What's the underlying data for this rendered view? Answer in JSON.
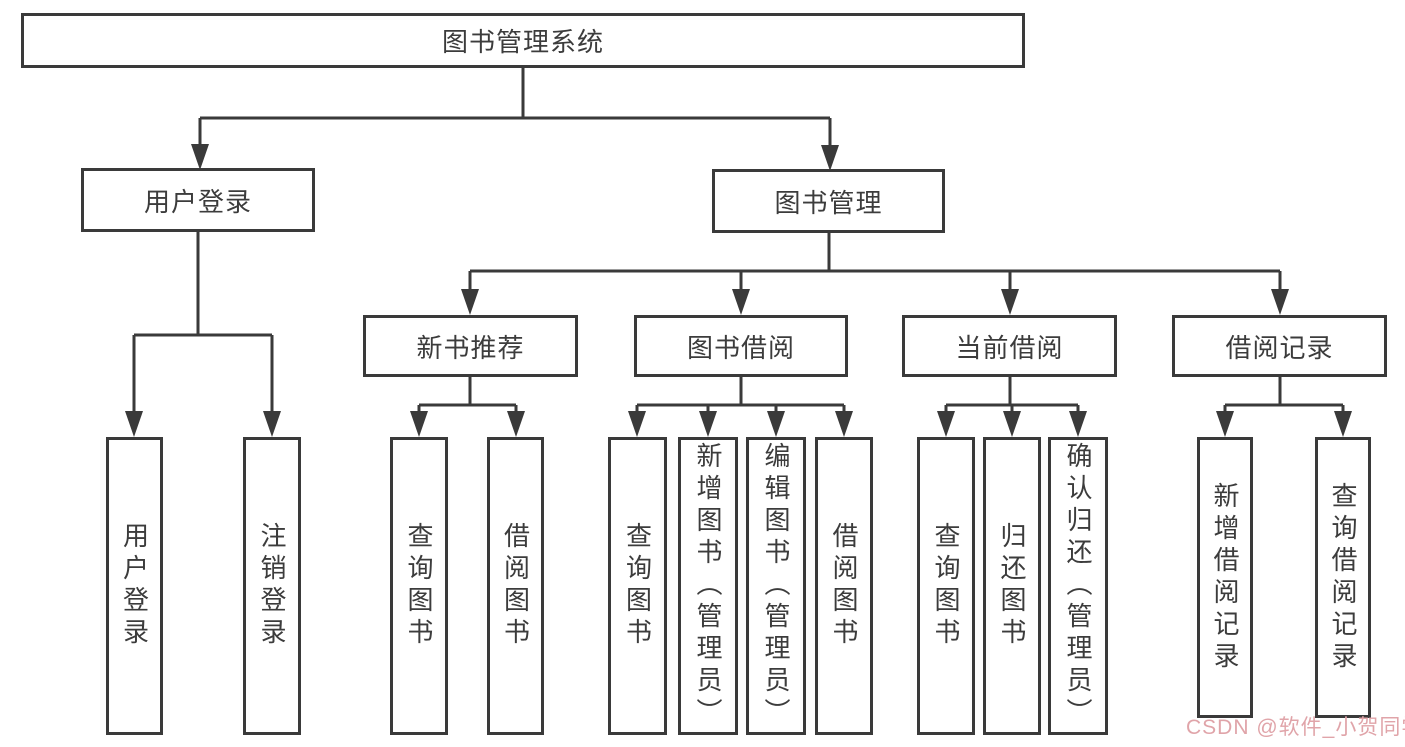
{
  "diagram_title": "图书管理系统",
  "tree": {
    "root": {
      "label": "图书管理系统"
    },
    "branches": [
      {
        "label": "用户登录",
        "children": [
          {
            "label": "用户登录"
          },
          {
            "label": "注销登录"
          }
        ]
      },
      {
        "label": "图书管理",
        "children": [
          {
            "label": "新书推荐",
            "children": [
              {
                "label": "查询图书"
              },
              {
                "label": "借阅图书"
              }
            ]
          },
          {
            "label": "图书借阅",
            "children": [
              {
                "label": "查询图书"
              },
              {
                "label": "新增图书（管理员）"
              },
              {
                "label": "编辑图书（管理员）"
              },
              {
                "label": "借阅图书"
              }
            ]
          },
          {
            "label": "当前借阅",
            "children": [
              {
                "label": "查询图书"
              },
              {
                "label": "归还图书"
              },
              {
                "label": "确认归还（管理员）"
              }
            ]
          },
          {
            "label": "借阅记录",
            "children": [
              {
                "label": "新增借阅记录"
              },
              {
                "label": "查询借阅记录"
              }
            ]
          }
        ]
      }
    ]
  },
  "watermark": {
    "text": "CSDN @软件_小贺同学"
  },
  "colors": {
    "background": "#ffffff",
    "node_border": "#3a3a3a",
    "connector_line": "#3a3a3a",
    "node_text": "#3c3c3c",
    "watermark_text": "#e0a4a9"
  }
}
